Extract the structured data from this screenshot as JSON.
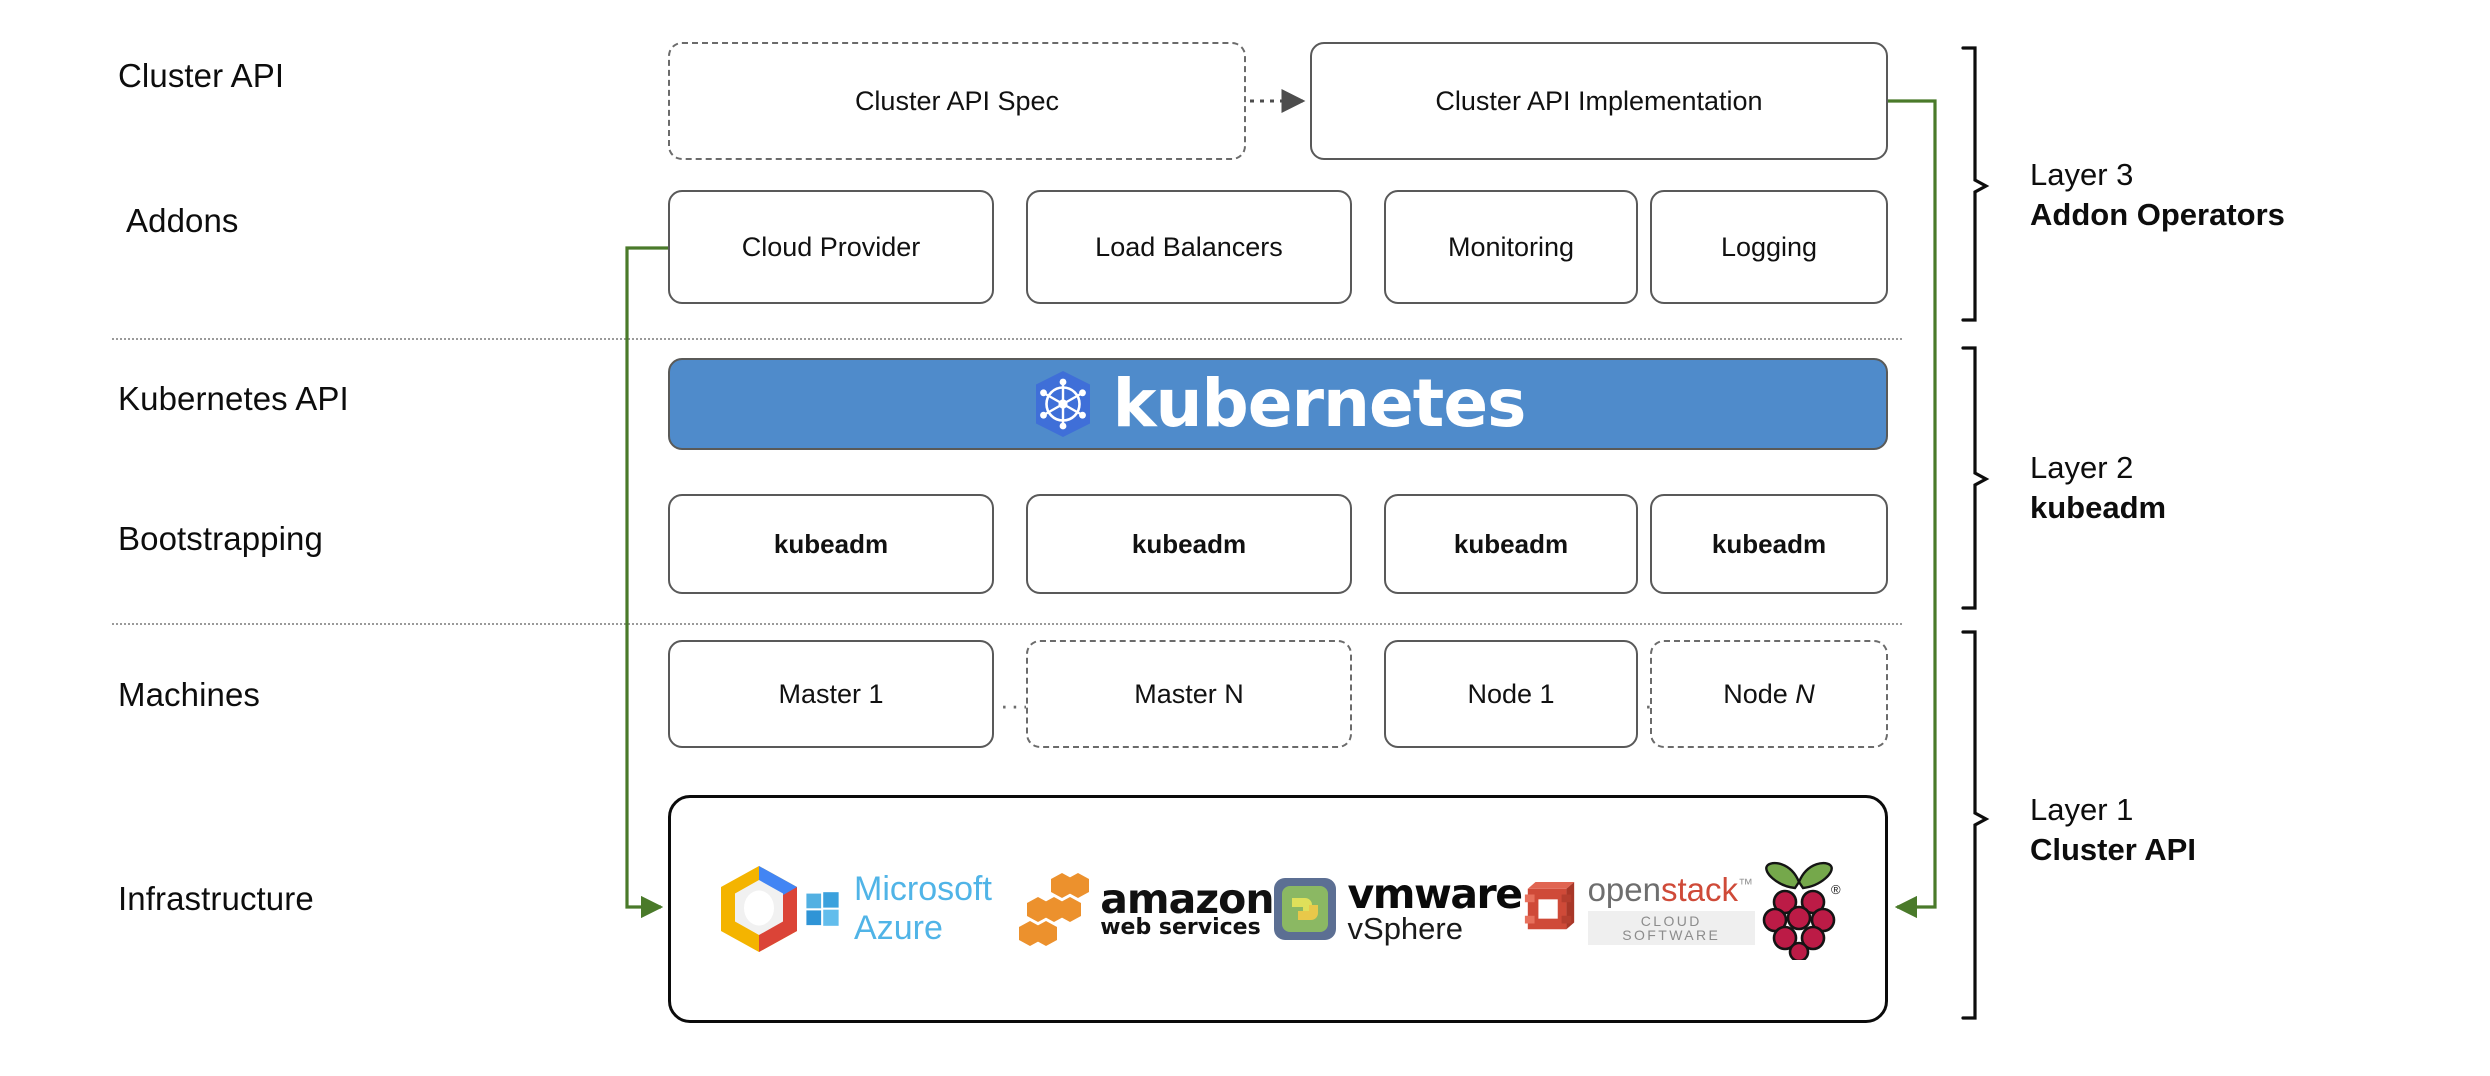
{
  "diagram": {
    "title": "Kubernetes Cluster API layered architecture",
    "accent_green": "#4a7a2a",
    "k8s_blue": "#4f8bcb",
    "k8s_logo_blue": "#3f6fd8",
    "border_gray": "#595959"
  },
  "row_labels": [
    {
      "id": "cluster-api",
      "text": "Cluster API"
    },
    {
      "id": "addons",
      "text": "Addons"
    },
    {
      "id": "kubernetes-api",
      "text": "Kubernetes API"
    },
    {
      "id": "bootstrapping",
      "text": "Bootstrapping"
    },
    {
      "id": "machines",
      "text": "Machines"
    },
    {
      "id": "infrastructure",
      "text": "Infrastructure"
    }
  ],
  "cluster_api_row": {
    "spec": {
      "label": "Cluster API Spec",
      "style": "dashed"
    },
    "implementation": {
      "label": "Cluster API Implementation",
      "style": "solid"
    },
    "connector": {
      "type": "dotted-arrow",
      "direction": "right"
    }
  },
  "addons_row": [
    {
      "label": "Cloud Provider"
    },
    {
      "label": "Load Balancers"
    },
    {
      "label": "Monitoring"
    },
    {
      "label": "Logging"
    }
  ],
  "kubernetes_banner": {
    "wordmark": "kubernetes",
    "logo_name": "kubernetes-helm-wheel-icon"
  },
  "bootstrapping_row": [
    {
      "label": "kubeadm"
    },
    {
      "label": "kubeadm"
    },
    {
      "label": "kubeadm"
    },
    {
      "label": "kubeadm"
    }
  ],
  "machines_row": [
    {
      "label": "Master 1",
      "style": "solid",
      "italic_suffix": ""
    },
    {
      "label": "Master N",
      "style": "dashed",
      "italic_suffix": ""
    },
    {
      "label": "Node 1",
      "style": "solid",
      "italic_suffix": ""
    },
    {
      "label": "Node ",
      "style": "dashed",
      "italic_suffix": "N"
    }
  ],
  "machines_ellipsis": "···",
  "infrastructure_logos": [
    {
      "name": "google-cloud-platform-logo",
      "text": ""
    },
    {
      "name": "microsoft-azure-logo",
      "text": "Microsoft Azure"
    },
    {
      "name": "amazon-web-services-logo",
      "text": "amazon",
      "subtext": "web services"
    },
    {
      "name": "vmware-vsphere-logo",
      "text": "vmware",
      "subtext": "vSphere"
    },
    {
      "name": "openstack-logo",
      "text": "openstack",
      "subtext": "CLOUD SOFTWARE"
    },
    {
      "name": "raspberry-pi-logo",
      "text": ""
    }
  ],
  "layers": [
    {
      "id": "layer-3",
      "number": "Layer 3",
      "name": "Addon Operators"
    },
    {
      "id": "layer-2",
      "number": "Layer 2",
      "name": "kubeadm"
    },
    {
      "id": "layer-1",
      "number": "Layer 1",
      "name": "Cluster API"
    }
  ]
}
